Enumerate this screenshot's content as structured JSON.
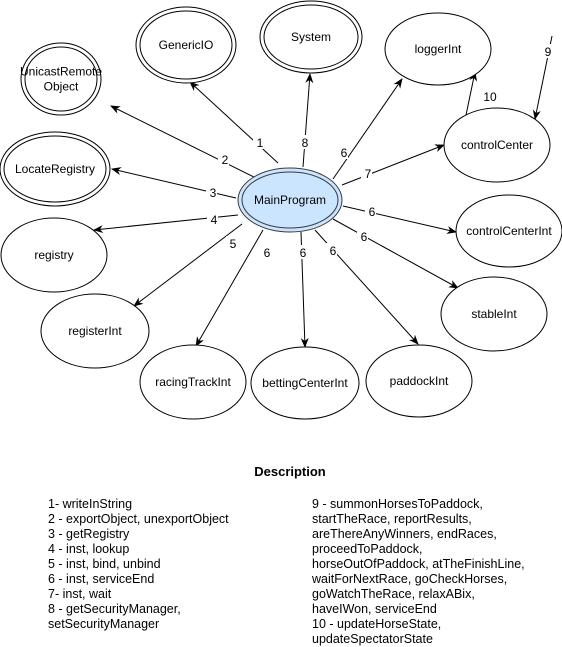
{
  "nodes": [
    {
      "id": "main",
      "label": "MainProgram",
      "highlight": true
    },
    {
      "id": "genericio",
      "label": "GenericIO",
      "double": true
    },
    {
      "id": "system",
      "label": "System",
      "double": true
    },
    {
      "id": "unicast",
      "label": "UnicastRemote\nObject",
      "double": true
    },
    {
      "id": "locate",
      "label": "LocateRegistry",
      "double": true
    },
    {
      "id": "registry",
      "label": "registry"
    },
    {
      "id": "registerint",
      "label": "registerInt"
    },
    {
      "id": "racingtrack",
      "label": "racingTrackInt"
    },
    {
      "id": "bettingcenter",
      "label": "bettingCenterInt"
    },
    {
      "id": "paddock",
      "label": "paddockInt"
    },
    {
      "id": "stable",
      "label": "stableInt"
    },
    {
      "id": "controlcenterint",
      "label": "controlCenterInt"
    },
    {
      "id": "controlcenter",
      "label": "controlCenter"
    },
    {
      "id": "logger",
      "label": "loggerInt"
    }
  ],
  "edges": [
    {
      "from": "main",
      "to": "genericio",
      "label": "1"
    },
    {
      "from": "main",
      "to": "unicast",
      "label": "2"
    },
    {
      "from": "main",
      "to": "locate",
      "label": "3"
    },
    {
      "from": "main",
      "to": "registry",
      "label": "4"
    },
    {
      "from": "main",
      "to": "registerint",
      "label": "5"
    },
    {
      "from": "main",
      "to": "racingtrack",
      "label": "6"
    },
    {
      "from": "main",
      "to": "bettingcenter",
      "label": "6"
    },
    {
      "from": "main",
      "to": "paddock",
      "label": "6"
    },
    {
      "from": "main",
      "to": "stable",
      "label": "6"
    },
    {
      "from": "main",
      "to": "controlcenterint",
      "label": "6"
    },
    {
      "from": "main",
      "to": "logger",
      "label": "6"
    },
    {
      "from": "main",
      "to": "controlcenter",
      "label": "7"
    },
    {
      "from": "main",
      "to": "system",
      "label": "8"
    },
    {
      "from": "external",
      "to": "controlcenter",
      "label": "9"
    },
    {
      "from": "controlcenter",
      "to": "logger",
      "label": "10"
    }
  ],
  "description": {
    "title": "Description",
    "left": [
      "1- writeInString",
      "2 - exportObject, unexportObject",
      "3 - getRegistry",
      "4 - inst, lookup",
      "5 - inst, bind, unbind",
      "6 - inst, serviceEnd",
      "7- inst, wait",
      "8 - getSecurityManager,",
      "setSecurityManager"
    ],
    "right": [
      "9 - summonHorsesToPaddock,",
      "startTheRace, reportResults,",
      "areThereAnyWinners, endRaces,",
      "proceedToPaddock,",
      "horseOutOfPaddock, atTheFinishLine,",
      "waitForNextRace, goCheckHorses,",
      "goWatchTheRace, relaxABix,",
      "haveIWon, serviceEnd",
      "10 - updateHorseState,",
      "updateSpectatorState"
    ]
  },
  "colors": {
    "highlight_fill": "#cce5ff",
    "highlight_stroke": "#36393d",
    "stroke": "#000000"
  }
}
